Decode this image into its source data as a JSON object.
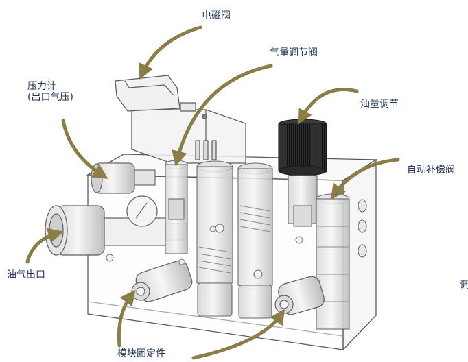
{
  "labels": {
    "solenoid_valve": "电磁阀",
    "gas_valve": "气量调节阀",
    "pressure_gauge_line1": "压力计",
    "pressure_gauge_line2": "(出口气压)",
    "oil_adjust": "油量调节",
    "auto_comp_valve": "自动补偿阀",
    "oil_gas_outlet": "油气出口",
    "module_fixture": "模块固定件",
    "cut_char": "调"
  },
  "colors": {
    "label_text": "#24355f",
    "arrow": "#8a7d45",
    "outline": "#5a5a5a",
    "knob": "#2b2b2b"
  }
}
